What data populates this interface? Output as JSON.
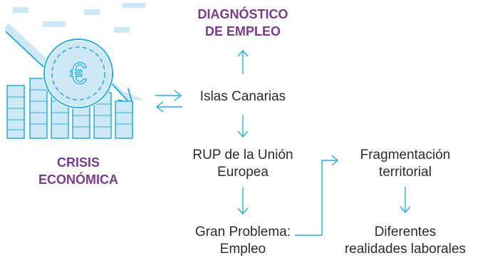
{
  "colors": {
    "accent": "#29abe2",
    "heading": "#7b3a8c",
    "text": "#2b2b2b",
    "pale": "#cfe8f5"
  },
  "icons": {
    "crisis": "falling-chart-euro-coin-stack-icon",
    "exchange": "bidirectional-arrows-icon",
    "arrow": "thin-arrow-icon"
  },
  "nodes": {
    "diagnostico": {
      "line1": "DIAGNÓSTICO",
      "line2": "DE EMPLEO"
    },
    "crisis": {
      "line1": "CRISIS",
      "line2": "ECONÓMICA"
    },
    "canarias": {
      "text": "Islas Canarias"
    },
    "rup": {
      "line1": "RUP de la Unión",
      "line2": "Europea"
    },
    "gran": {
      "line1": "Gran Problema:",
      "line2": "Empleo"
    },
    "frag": {
      "line1": "Fragmentación",
      "line2": "territorial"
    },
    "diferentes": {
      "line1": "Diferentes",
      "line2": "realidades laborales"
    }
  }
}
